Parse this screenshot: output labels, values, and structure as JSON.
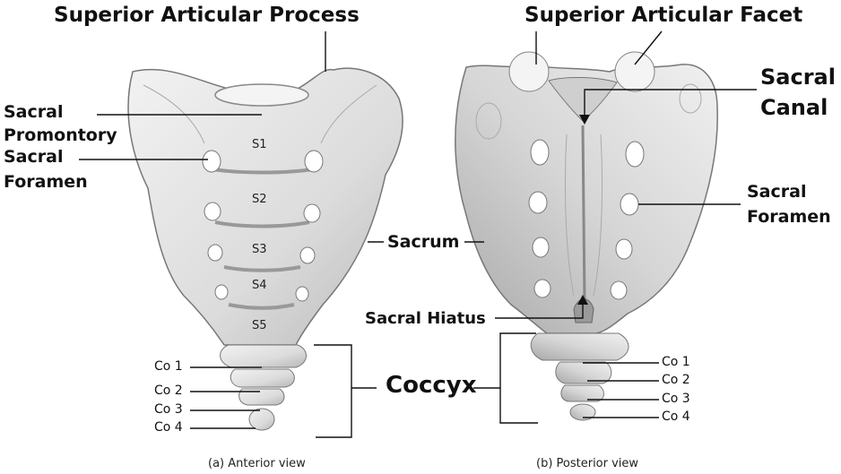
{
  "labels": {
    "superior_articular_process": "Superior Articular Process",
    "superior_articular_facet": "Superior Articular Facet",
    "sacral_promontory_1": "Sacral",
    "sacral_promontory_2": "Promontory",
    "sacral_foramen_left_1": "Sacral",
    "sacral_foramen_left_2": "Foramen",
    "sacral_canal_1": "Sacral",
    "sacral_canal_2": "Canal",
    "sacral_foramen_right_1": "Sacral",
    "sacral_foramen_right_2": "Foramen",
    "sacrum": "Sacrum",
    "sacral_hiatus": "Sacral Hiatus",
    "coccyx": "Coccyx"
  },
  "sacral_segments": [
    "S1",
    "S2",
    "S3",
    "S4",
    "S5"
  ],
  "coccyx_left": [
    "Co 1",
    "Co 2",
    "Co 3",
    "Co 4"
  ],
  "coccyx_right": [
    "Co 1",
    "Co 2",
    "Co 3",
    "Co 4"
  ],
  "captions": {
    "anterior": "(a) Anterior view",
    "posterior": "(b) Posterior view"
  },
  "colors": {
    "bone": "#e8e8e8",
    "bone_shade": "#bdbdbd",
    "line": "#111111"
  }
}
